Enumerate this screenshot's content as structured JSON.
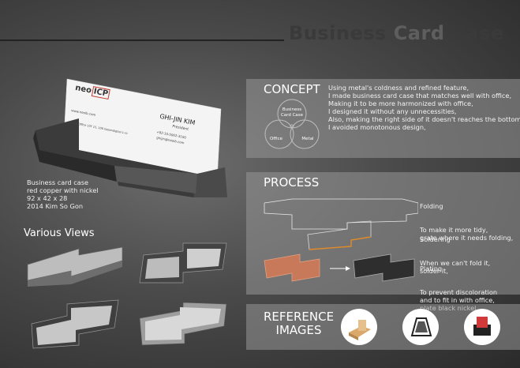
{
  "title": {
    "part1": "Business",
    "part2": "Card",
    "part3": "Case"
  },
  "card": {
    "brand": "neo",
    "brand_box": "ICP",
    "name": "GHI-JIN KIM",
    "role": "President",
    "phone": "+82-10-5062-3100",
    "email": "ghijin@neoib.com",
    "web": "www.neoib.com",
    "address": "Seoul Office  10F 15, 106 Gasandigital 1-ro"
  },
  "product_caption": {
    "line1": "Business card case",
    "line2": "red copper with nickel",
    "line3": "92 x 42 x 28",
    "line4": "2014 Kim So Gon"
  },
  "various_views": {
    "title": "Various Views"
  },
  "concept": {
    "heading": "CONCEPT",
    "venn": {
      "top": "Business\nCard Case",
      "left": "Office",
      "right": "Metal"
    },
    "text": "Using metal's coldness and refined feature,\nI made business card case that matches well with office,\nMaking it to be more harmonized with office,\nI designed it without any unnecessities,\nAlso, making the right side of it doesn't reaches the bottom,\nI avoided monotonous design,"
  },
  "process": {
    "heading": "PROCESS",
    "steps": [
      {
        "title": "Folding",
        "text": "To make it more tidy,\ngrate where it needs folding,"
      },
      {
        "title": "Soldering",
        "text": "When we can't fold it,\nsolder it,"
      },
      {
        "title": "Plating",
        "text": "To prevent discoloration\nand to fit in with office,\nplate black nickel,"
      }
    ]
  },
  "reference": {
    "heading_line1": "REFERENCE",
    "heading_line2": "IMAGES"
  },
  "colors": {
    "accent_orange": "#e08a2a",
    "copper": "#c8795a",
    "panel": "#9a9a9a"
  }
}
